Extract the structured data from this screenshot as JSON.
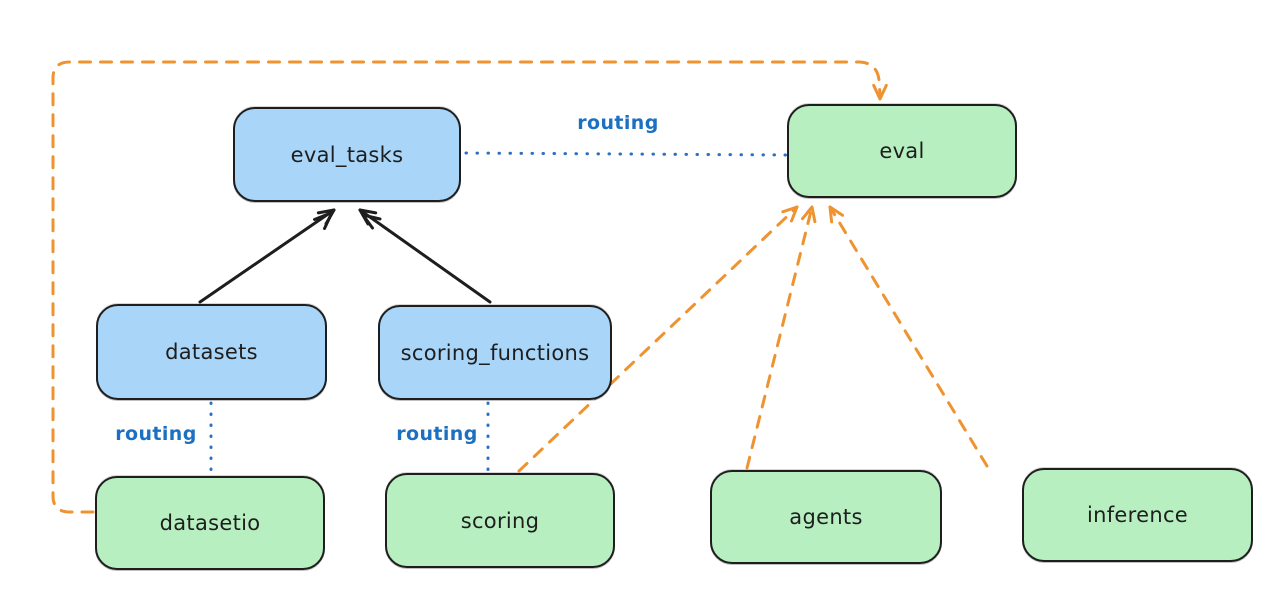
{
  "diagram": {
    "background": "#ffffff",
    "nodes": {
      "eval_tasks": {
        "label": "eval_tasks",
        "fill": "#a8d5f8"
      },
      "datasets": {
        "label": "datasets",
        "fill": "#a8d5f8"
      },
      "scoring_functions": {
        "label": "scoring_functions",
        "fill": "#a8d5f8"
      },
      "eval": {
        "label": "eval",
        "fill": "#b7efc0"
      },
      "datasetio": {
        "label": "datasetio",
        "fill": "#b7efc0"
      },
      "scoring": {
        "label": "scoring",
        "fill": "#b7efc0"
      },
      "agents": {
        "label": "agents",
        "fill": "#b7efc0"
      },
      "inference": {
        "label": "inference",
        "fill": "#b7efc0"
      }
    },
    "edge_labels": {
      "eval_tasks_to_eval": "routing",
      "datasets_to_datasetio": "routing",
      "scoring_functions_to_scoring": "routing"
    },
    "edges": [
      {
        "from": "datasets",
        "to": "eval_tasks",
        "style": "solid-black-arrow"
      },
      {
        "from": "scoring_functions",
        "to": "eval_tasks",
        "style": "solid-black-arrow"
      },
      {
        "from": "eval_tasks",
        "to": "eval",
        "style": "dotted-blue",
        "label": "routing"
      },
      {
        "from": "datasets",
        "to": "datasetio",
        "style": "dotted-blue",
        "label": "routing"
      },
      {
        "from": "scoring_functions",
        "to": "scoring",
        "style": "dotted-blue",
        "label": "routing"
      },
      {
        "from": "datasetio",
        "to": "eval",
        "style": "dashed-orange-arrow"
      },
      {
        "from": "scoring",
        "to": "eval",
        "style": "dashed-orange-arrow"
      },
      {
        "from": "agents",
        "to": "eval",
        "style": "dashed-orange-arrow"
      },
      {
        "from": "inference",
        "to": "eval",
        "style": "dashed-orange-arrow"
      }
    ],
    "colors": {
      "node_stroke": "#1e1e1e",
      "api_fill_blue": "#a8d5f8",
      "provider_fill_green": "#b7efc0",
      "routing_blue": "#1c70c2",
      "provider_arrow_orange": "#ef9331",
      "dependency_arrow_black": "#1e1e1e"
    }
  }
}
